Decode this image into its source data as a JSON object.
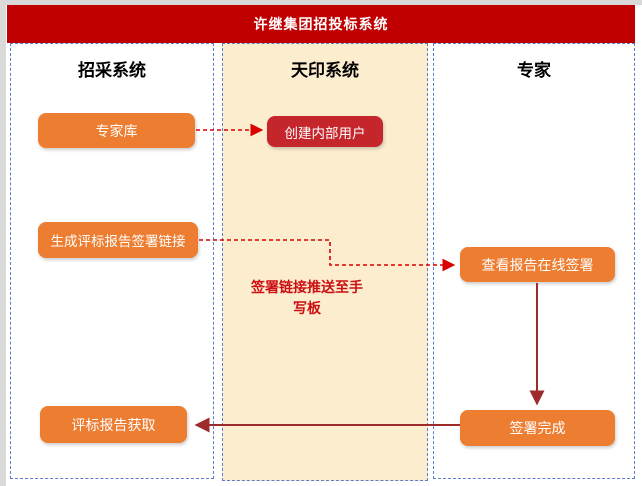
{
  "header": {
    "title": "许继集团招投标系统"
  },
  "lanes": [
    {
      "label": "招采系统"
    },
    {
      "label": "天印系统"
    },
    {
      "label": "专家"
    }
  ],
  "nodes": {
    "expert_db": "专家库",
    "create_user": "创建内部用户",
    "gen_link": "生成评标报告签署链接",
    "view_sign": "查看报告在线签署",
    "report_get": "评标报告获取",
    "sign_done": "签署完成"
  },
  "annotations": {
    "push_note": "签署链接推送至手写板"
  },
  "colors": {
    "header_red": "#c00000",
    "node_orange": "#ed7d31",
    "node_red": "#c5262c",
    "tianyin_lane_fill": "#fcedcf",
    "lane_border_blue": "#5b7fc7",
    "dashed_arrow_red": "#d90000",
    "solid_arrow_dark_red": "#9e2b2b",
    "note_text_red": "#cb1013",
    "window_margin_gray": "#d9d9d9"
  }
}
